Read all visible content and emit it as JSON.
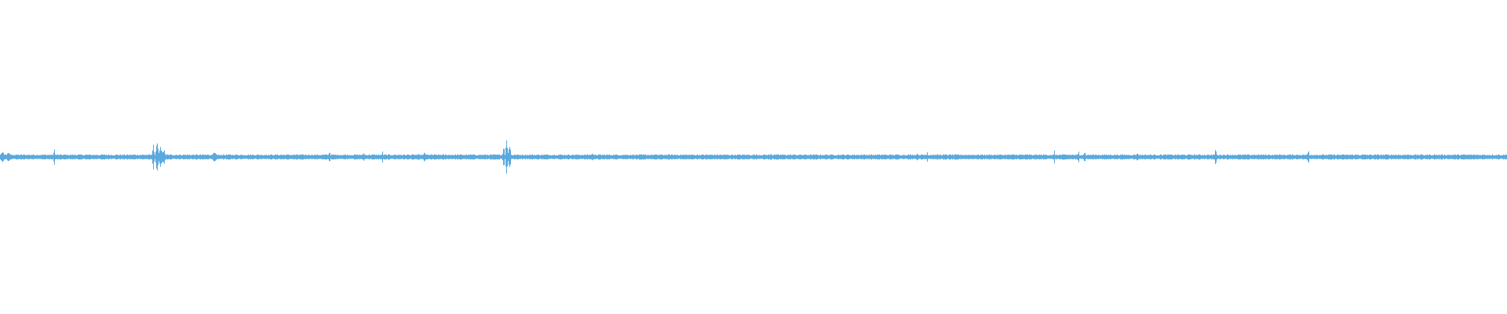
{
  "waveform": {
    "color": "#5aa9df",
    "baseline_level": 0.0,
    "noise_amplitude": 0.012,
    "bursts": [
      {
        "t": 0.0015,
        "amp": 0.03,
        "width": 0.002
      },
      {
        "t": 0.0055,
        "amp": 0.03,
        "width": 0.002
      },
      {
        "t": 0.0358,
        "amp": 0.1,
        "width": 0.0005
      },
      {
        "t": 0.1015,
        "amp": 0.08,
        "width": 0.0012
      },
      {
        "t": 0.104,
        "amp": 0.1,
        "width": 0.0015
      },
      {
        "t": 0.1065,
        "amp": 0.07,
        "width": 0.002
      },
      {
        "t": 0.1085,
        "amp": 0.05,
        "width": 0.0015
      },
      {
        "t": 0.142,
        "amp": 0.025,
        "width": 0.003
      },
      {
        "t": 0.2185,
        "amp": 0.055,
        "width": 0.0005
      },
      {
        "t": 0.241,
        "amp": 0.04,
        "width": 0.0005
      },
      {
        "t": 0.2535,
        "amp": 0.045,
        "width": 0.0005
      },
      {
        "t": 0.2815,
        "amp": 0.045,
        "width": 0.0006
      },
      {
        "t": 0.334,
        "amp": 0.08,
        "width": 0.001
      },
      {
        "t": 0.336,
        "amp": 0.14,
        "width": 0.0012
      },
      {
        "t": 0.338,
        "amp": 0.09,
        "width": 0.0012
      },
      {
        "t": 0.393,
        "amp": 0.02,
        "width": 0.002
      },
      {
        "t": 0.5115,
        "amp": 0.02,
        "width": 0.001
      },
      {
        "t": 0.6085,
        "amp": 0.04,
        "width": 0.0005
      },
      {
        "t": 0.615,
        "amp": 0.04,
        "width": 0.0005
      },
      {
        "t": 0.6995,
        "amp": 0.04,
        "width": 0.0005
      },
      {
        "t": 0.7155,
        "amp": 0.05,
        "width": 0.0006
      },
      {
        "t": 0.7195,
        "amp": 0.05,
        "width": 0.0006
      },
      {
        "t": 0.7545,
        "amp": 0.035,
        "width": 0.0006
      },
      {
        "t": 0.8065,
        "amp": 0.12,
        "width": 0.0004
      },
      {
        "t": 0.868,
        "amp": 0.1,
        "width": 0.0004
      }
    ]
  }
}
